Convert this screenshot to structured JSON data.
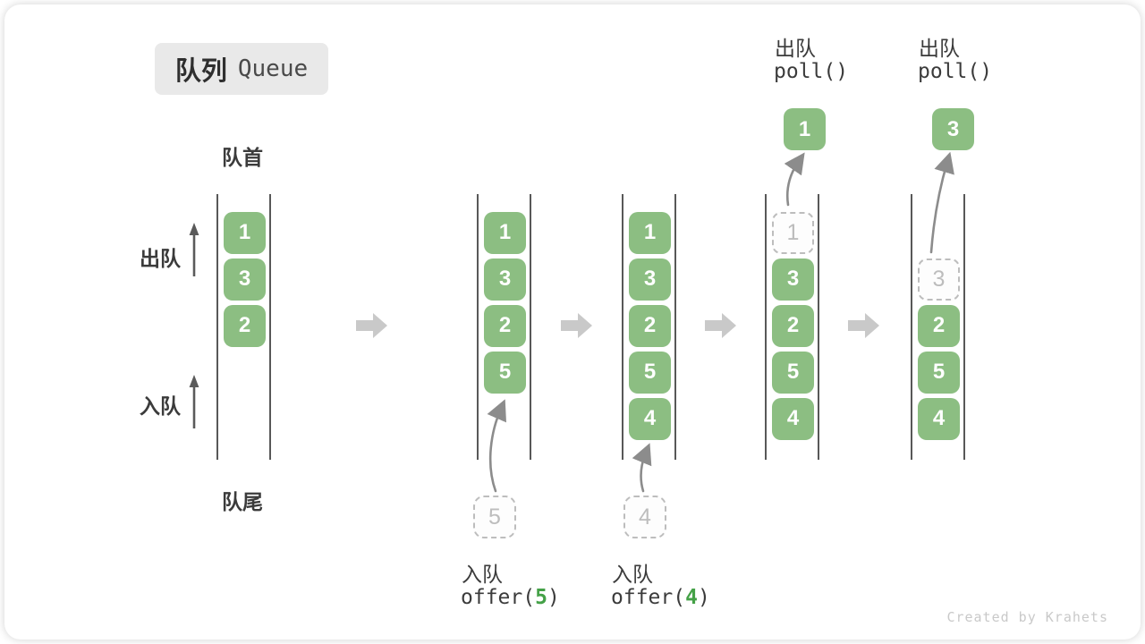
{
  "title": {
    "zh": "队列",
    "en": "Queue"
  },
  "labels": {
    "front": "队首",
    "rear": "队尾",
    "dequeue_side": "出队",
    "enqueue_side": "入队"
  },
  "operations": {
    "enqueue5": {
      "label": "入队",
      "code_pre": "offer(",
      "arg": "5",
      "code_post": ")"
    },
    "enqueue4": {
      "label": "入队",
      "code_pre": "offer(",
      "arg": "4",
      "code_post": ")"
    },
    "poll1": {
      "label": "出队",
      "code": "poll()"
    },
    "poll2": {
      "label": "出队",
      "code": "poll()"
    }
  },
  "queues": [
    {
      "cells": [
        "1",
        "3",
        "2"
      ]
    },
    {
      "cells": [
        "1",
        "3",
        "2",
        "5"
      ],
      "pending": "5"
    },
    {
      "cells": [
        "1",
        "3",
        "2",
        "5",
        "4"
      ],
      "pending": "4"
    },
    {
      "removed": "1",
      "cells": [
        "3",
        "2",
        "5",
        "4"
      ],
      "popped": "1"
    },
    {
      "removed": "3",
      "cells": [
        "2",
        "5",
        "4"
      ],
      "popped": "3"
    }
  ],
  "footer": {
    "credit": "Created by Krahets"
  },
  "colors": {
    "cell_green": "#8cbe82",
    "code_green": "#44a147",
    "block_arrow_gray": "#c9c9c9",
    "dashed_gray": "#bdbdbd",
    "text_dark": "#3b3b3b",
    "badge_bg": "#e9e9e9"
  }
}
